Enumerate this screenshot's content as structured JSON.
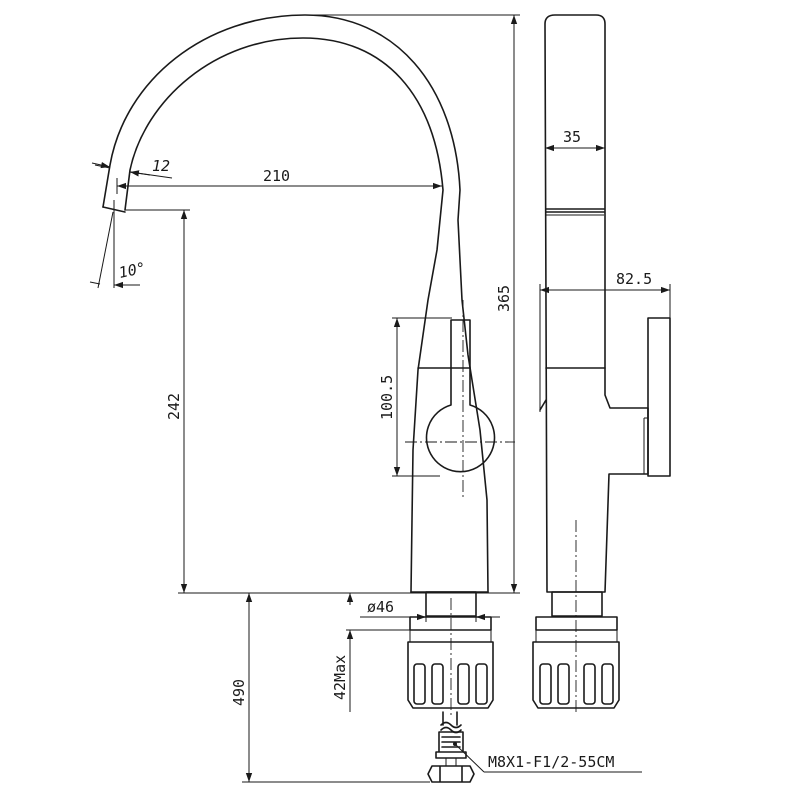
{
  "drawing": {
    "front_view": {
      "dimensions": {
        "spout_thickness": "12",
        "spout_reach": "210",
        "spout_angle": "10°",
        "outlet_height": "242",
        "handle_height": "100.5",
        "base_diameter": "ø46",
        "max_deck_thickness": "42Max",
        "hose_length": "490",
        "hose_spec": "M8X1-F1/2-55CM"
      }
    },
    "side_view": {
      "dimensions": {
        "spout_width": "35",
        "total_height": "365",
        "body_depth": "82.5"
      }
    }
  }
}
